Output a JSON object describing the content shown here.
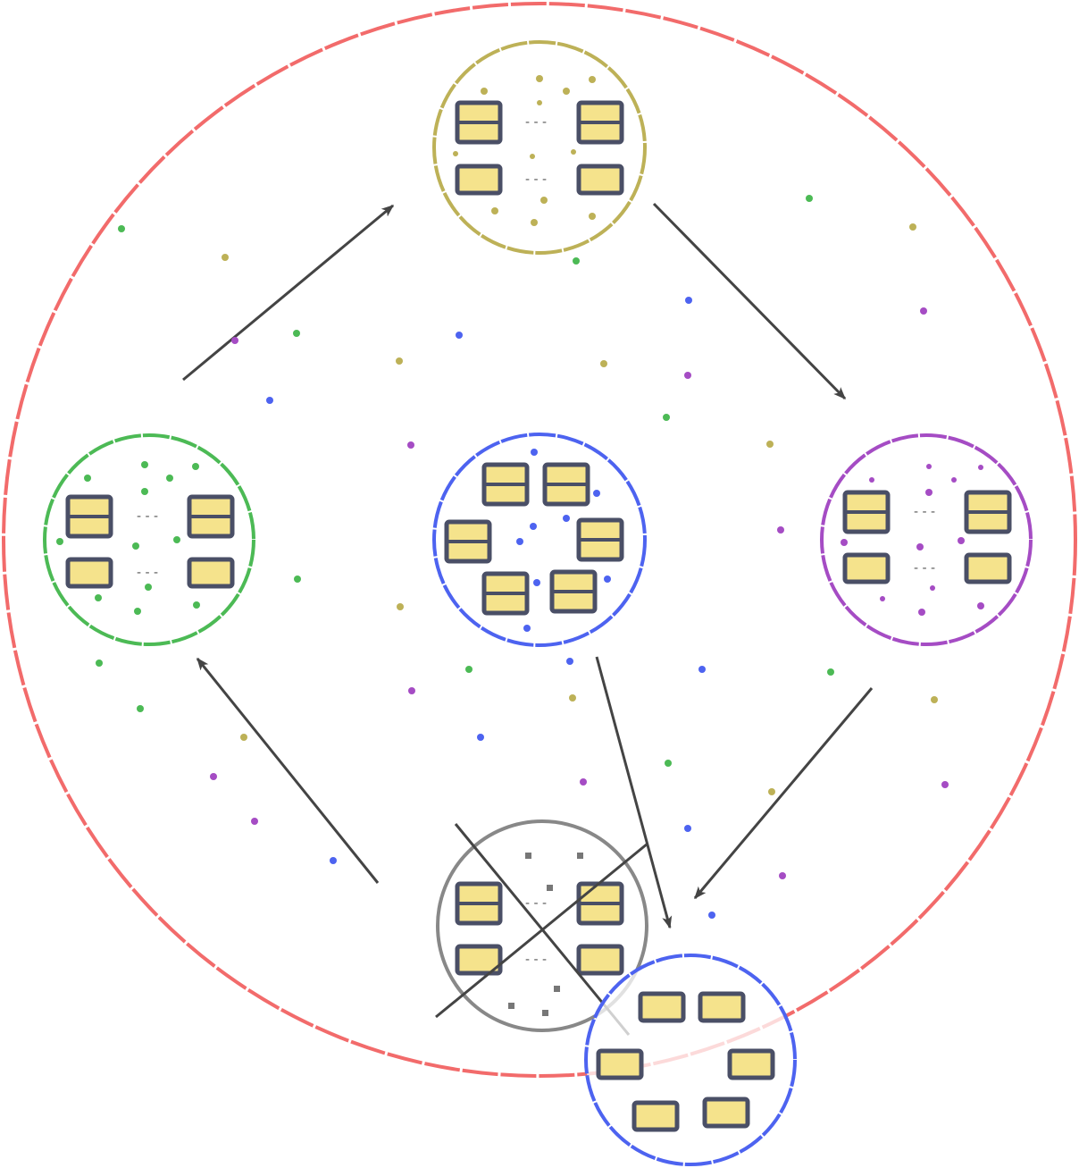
{
  "colors": {
    "outer_ring": "#f26b6b",
    "ring_top": "#bdb157",
    "ring_left": "#4cba55",
    "ring_center": "#4d63f0",
    "ring_right": "#a54cc4",
    "ring_bottom": "#888888",
    "ring_bottom_right": "#4d63f0",
    "arrow": "#444444",
    "cell_fill": "#f5e38c",
    "cell_border": "#4a4f66",
    "dot_olive": "#bdb157",
    "dot_green": "#4cba55",
    "dot_blue": "#4d63f0",
    "dot_purple": "#a54cc4",
    "dot_gray": "#777777"
  },
  "nodes": [
    {
      "id": "top",
      "color": "olive",
      "layout": "grid-2x2",
      "crossed": false
    },
    {
      "id": "left",
      "color": "green",
      "layout": "grid-2x2",
      "crossed": false
    },
    {
      "id": "center",
      "color": "blue",
      "layout": "ring-6",
      "crossed": false
    },
    {
      "id": "right",
      "color": "purple",
      "layout": "grid-2x2",
      "crossed": false
    },
    {
      "id": "bottom",
      "color": "gray",
      "layout": "grid-2x2",
      "crossed": true
    },
    {
      "id": "bottom-right",
      "color": "blue",
      "layout": "ring-6",
      "crossed": false
    }
  ],
  "edges": [
    {
      "from": "left",
      "to": "top"
    },
    {
      "from": "top",
      "to": "right"
    },
    {
      "from": "right",
      "to": "bottom-right"
    },
    {
      "from": "center",
      "to": "bottom-right"
    },
    {
      "from": "bottom",
      "to": "left"
    }
  ]
}
